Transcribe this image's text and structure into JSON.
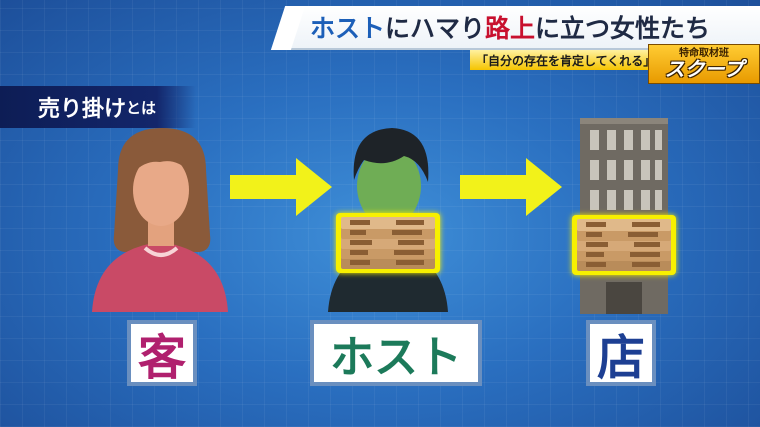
{
  "headline": {
    "part1": "ホスト",
    "part2": "にハマり",
    "part3": "路上",
    "part4": "に立つ女性たち"
  },
  "subline": "「自分の存在を肯定してくれる」",
  "scoop": {
    "small": "特命取材班",
    "big": "スクープ"
  },
  "topic": {
    "main": "売り掛け",
    "small": "とは"
  },
  "captions": {
    "customer": "客",
    "host": "ホスト",
    "store": "店"
  },
  "colors": {
    "arrow": "#f2f21a",
    "customer_label": "#b0206e",
    "host_label": "#1c7a5a",
    "store_label": "#1d3f93",
    "money_glow": "#f7f000"
  }
}
